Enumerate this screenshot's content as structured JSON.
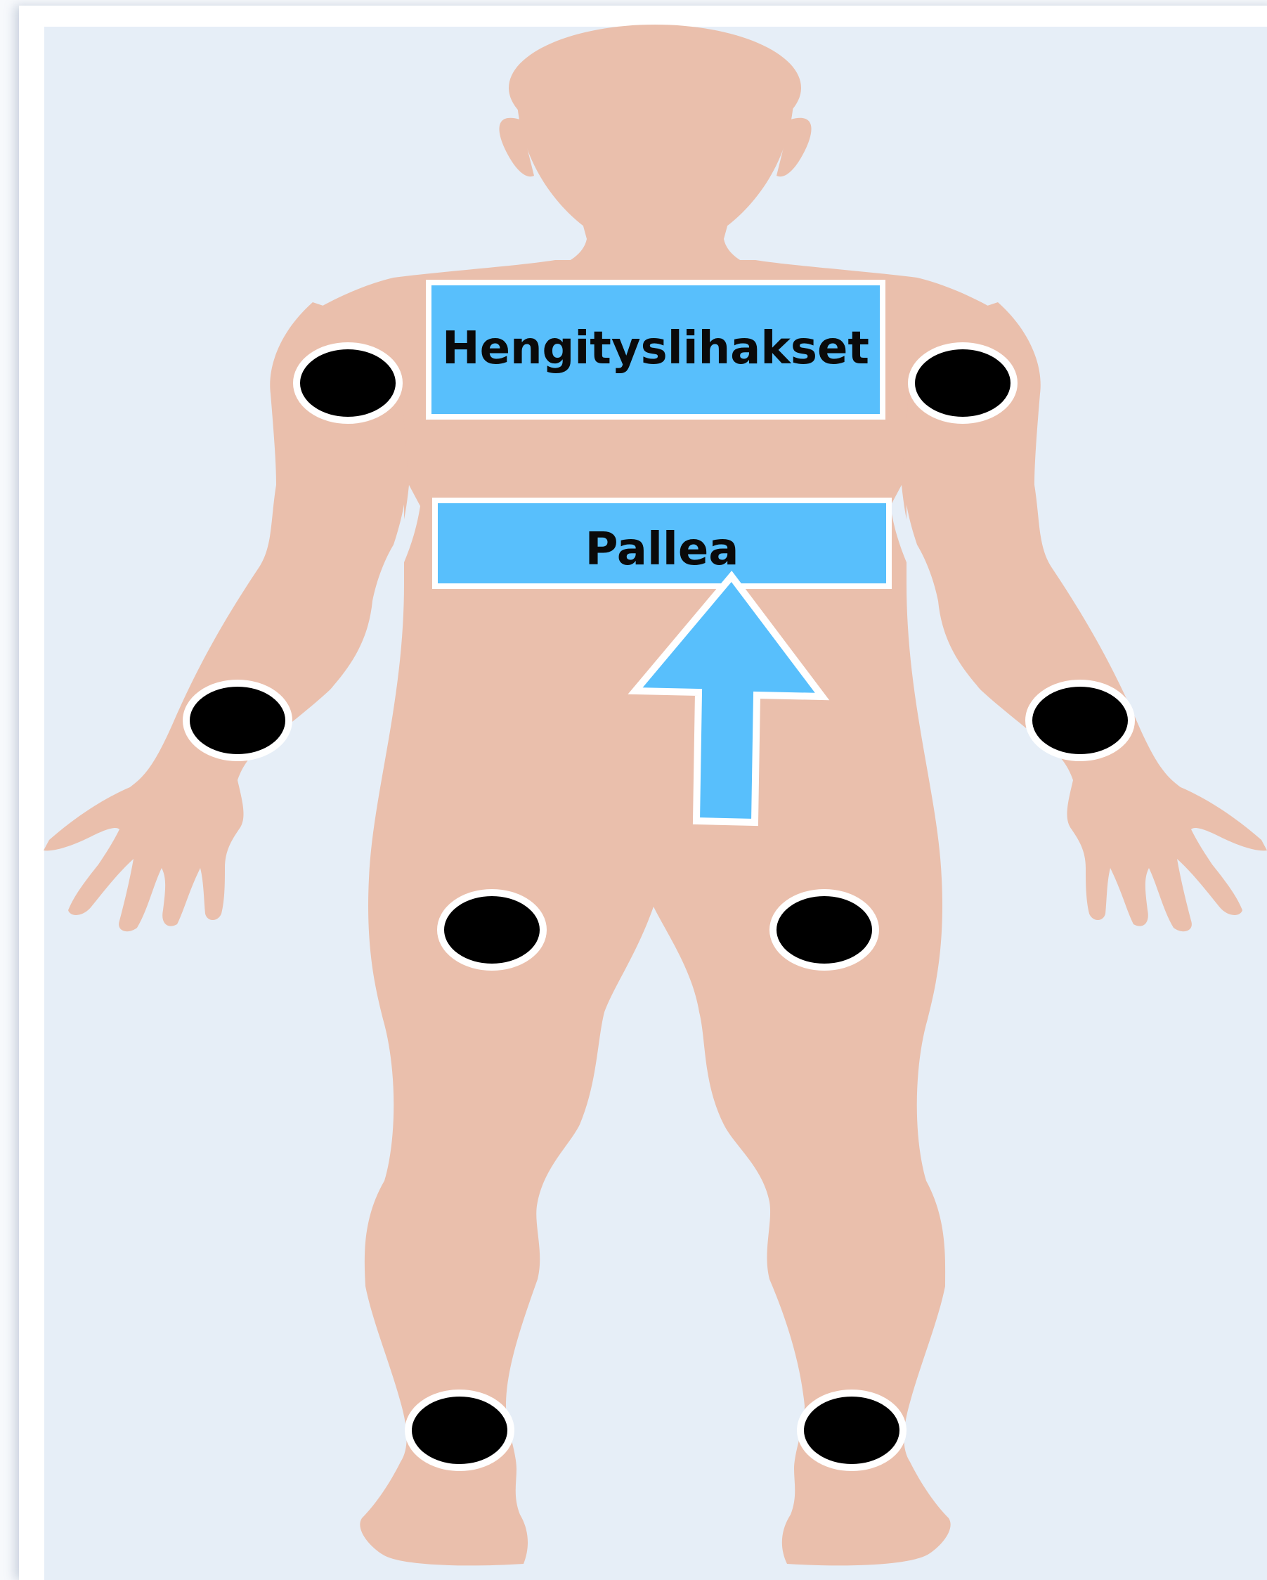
{
  "labels": {
    "respiratory_muscles": "Hengityslihakset",
    "diaphragm": "Pallea"
  },
  "colors": {
    "background": "#e6eef7",
    "skin": "#eabfac",
    "label_box": "#58bffc",
    "electrode": "#000000",
    "outline": "#ffffff"
  },
  "electrodes": [
    "left-shoulder",
    "right-shoulder",
    "left-wrist",
    "right-wrist",
    "left-thigh",
    "right-thigh",
    "left-ankle",
    "right-ankle"
  ],
  "arrow": {
    "direction": "up"
  }
}
